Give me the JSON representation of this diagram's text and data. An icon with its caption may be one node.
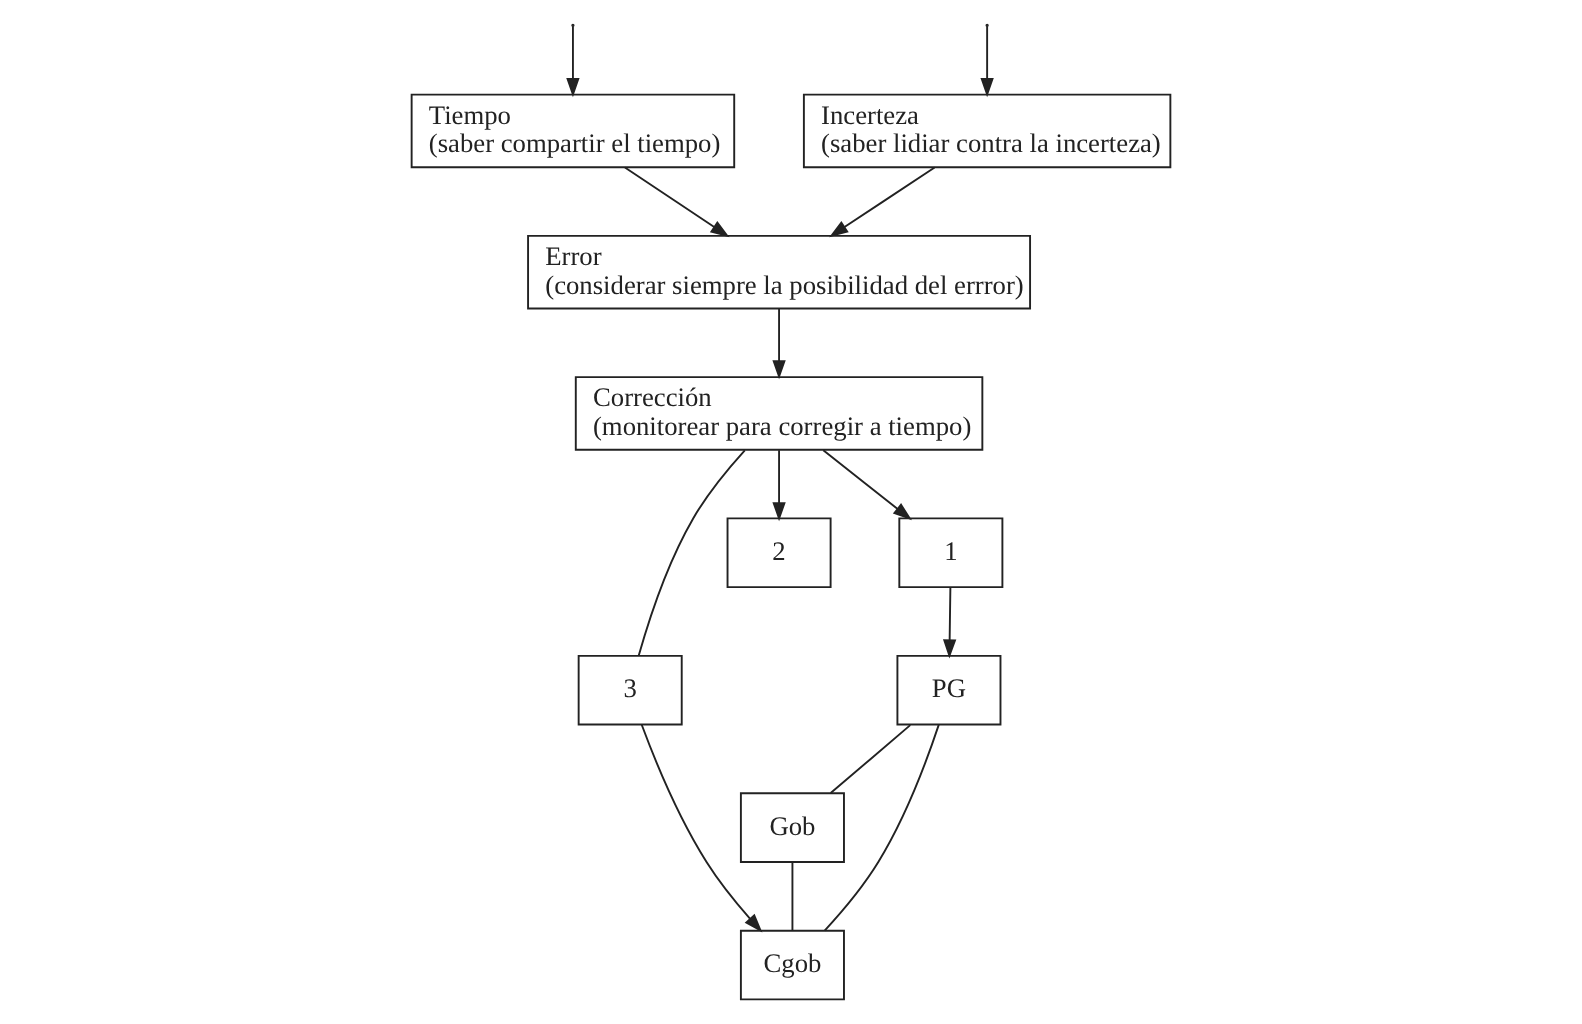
{
  "diagram": {
    "nodes": [
      {
        "text": [
          "PG"
        ]
      },
      {
        "text": [
          "Tiempo",
          "(saber compartir el tiempo)"
        ]
      },
      {
        "text": [
          "Incerteza",
          "(saber lidiar contra la incerteza)"
        ]
      },
      {
        "text": [
          "Error",
          "(considerar siempre la posibilidad del errror)"
        ]
      },
      {
        "text": [
          "Gob"
        ]
      },
      {
        "text": [
          "Cgob"
        ]
      },
      {
        "text": [
          "3"
        ]
      },
      {
        "text": [
          "2"
        ]
      },
      {
        "text": [
          "Corrección",
          "(monitorear para corregir a tiempo)"
        ]
      },
      {
        "text": [
          "1"
        ]
      }
    ],
    "edges": [
      {
        "from": 0,
        "to": 4,
        "arrow": "none"
      },
      {
        "from": 0,
        "to": 5,
        "arrow": "none"
      },
      {
        "from": 4,
        "to": 5,
        "arrow": "none"
      },
      {
        "from": null,
        "to": 1,
        "arrow": "to"
      },
      {
        "from": null,
        "to": 2,
        "arrow": "to"
      },
      {
        "from": 1,
        "to": 3,
        "arrow": "to"
      },
      {
        "from": 2,
        "to": 3,
        "arrow": "to"
      },
      {
        "from": 3,
        "to": 8,
        "arrow": "to"
      },
      {
        "from": 8,
        "to": 6,
        "arrow": "none"
      },
      {
        "from": 6,
        "to": 5,
        "arrow": "to"
      },
      {
        "from": 8,
        "to": 7,
        "arrow": "to"
      },
      {
        "from": 8,
        "to": 9,
        "arrow": "to"
      },
      {
        "from": 9,
        "to": 0,
        "arrow": "to"
      }
    ]
  }
}
